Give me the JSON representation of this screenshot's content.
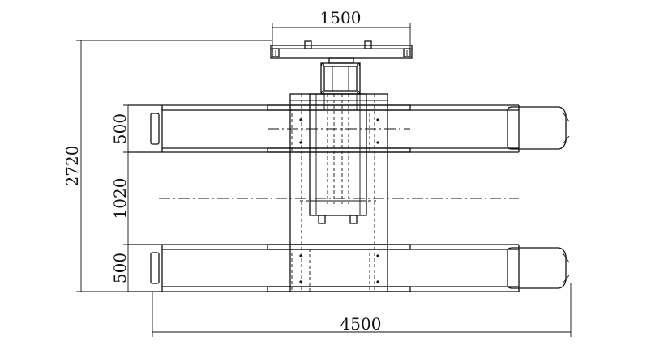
{
  "dimensions": {
    "top_width": "1500",
    "overall_length": "2720",
    "runway_width_top": "500",
    "inner_gap": "1020",
    "runway_width_bottom": "500",
    "overall_width": "4500"
  }
}
